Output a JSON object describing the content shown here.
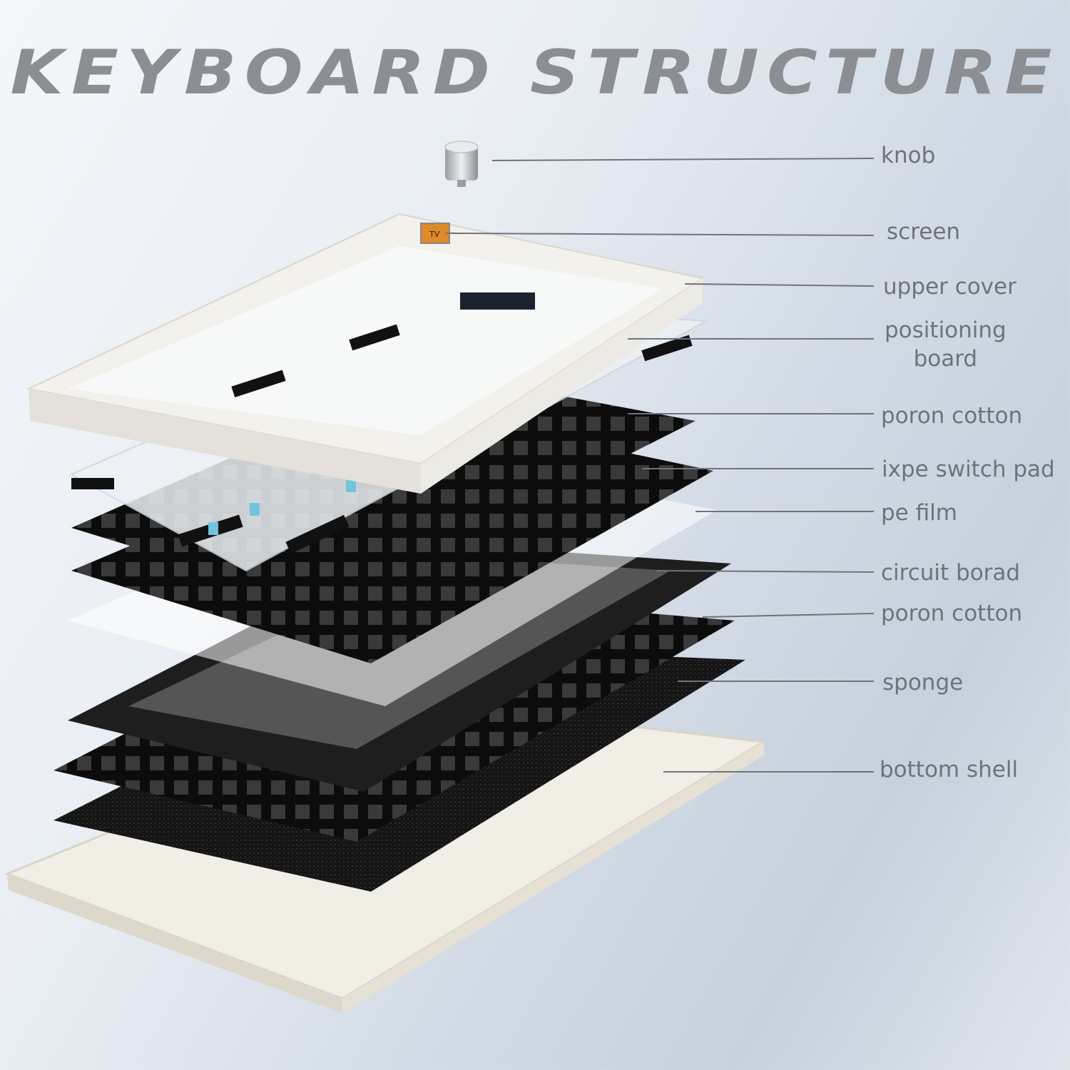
{
  "title": "KEYBOARD STRUCTURE",
  "screen_text": "TV",
  "labels": [
    {
      "id": "knob",
      "text": "knob"
    },
    {
      "id": "screen",
      "text": "screen"
    },
    {
      "id": "upper-cover",
      "text": "upper cover"
    },
    {
      "id": "positioning-board",
      "text": "positioning",
      "text2": "board"
    },
    {
      "id": "poron-cotton-1",
      "text": "poron cotton"
    },
    {
      "id": "ixpe-switch-pad",
      "text": "ixpe switch pad"
    },
    {
      "id": "pe-film",
      "text": "pe film"
    },
    {
      "id": "circuit-board",
      "text": "circuit borad"
    },
    {
      "id": "poron-cotton-2",
      "text": "poron cotton"
    },
    {
      "id": "sponge",
      "text": "sponge"
    },
    {
      "id": "bottom-shell",
      "text": "bottom shell"
    }
  ],
  "colors": {
    "title": "#8b8e93",
    "label": "#6c737b",
    "leader": "#6e747b",
    "screen": "#e08a2a"
  }
}
